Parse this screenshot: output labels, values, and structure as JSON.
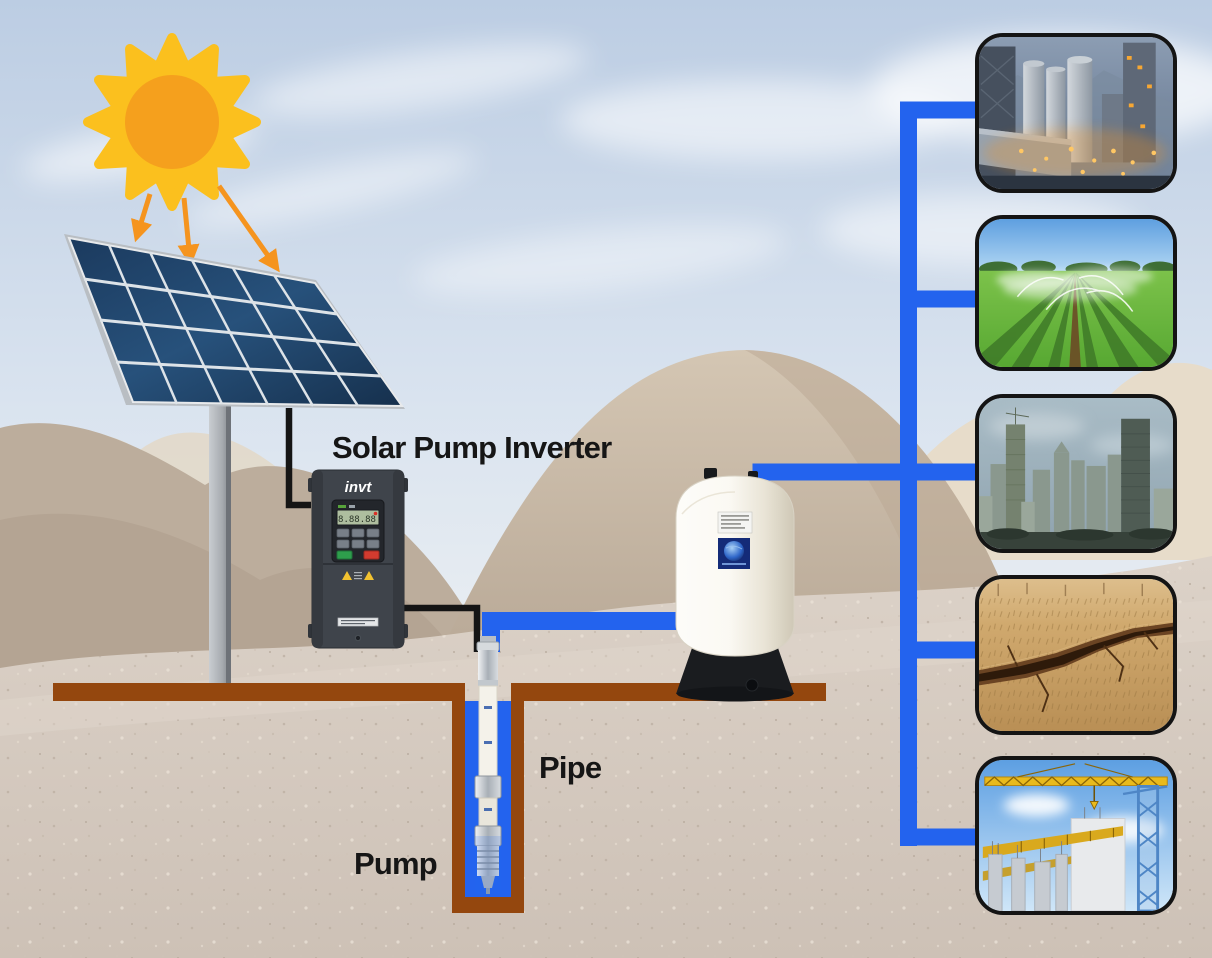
{
  "labels": {
    "inverter": "Solar Pump Inverter",
    "pipe": "Pipe",
    "pump": "Pump"
  },
  "inverter": {
    "brand": "invt",
    "display_value": "8.88.88"
  },
  "applications": [
    {
      "name": "industrial-plant-photo"
    },
    {
      "name": "farm-irrigation-photo"
    },
    {
      "name": "city-buildings-photo"
    },
    {
      "name": "dry-cracked-farmland-photo"
    },
    {
      "name": "construction-site-photo"
    }
  ],
  "icons": {
    "sun": "sun-icon",
    "sunlight": "sunlight-arrows",
    "solar_panel": "solar-panel",
    "inverter_device": "solar-pump-inverter-device",
    "pump_device": "submersible-pump",
    "tank": "pressure-tank",
    "pipes": "water-pipe-network",
    "ground": "ground-cross-section"
  },
  "colors": {
    "pipe_blue": "#2363EE",
    "ground_brown": "#94470E",
    "sun_yellow": "#FBC01E",
    "sun_core_orange": "#F5A01D",
    "arrow_orange": "#F5941E",
    "cable_black": "#151515",
    "photo_border": "#141414",
    "label_text": "#161616"
  }
}
